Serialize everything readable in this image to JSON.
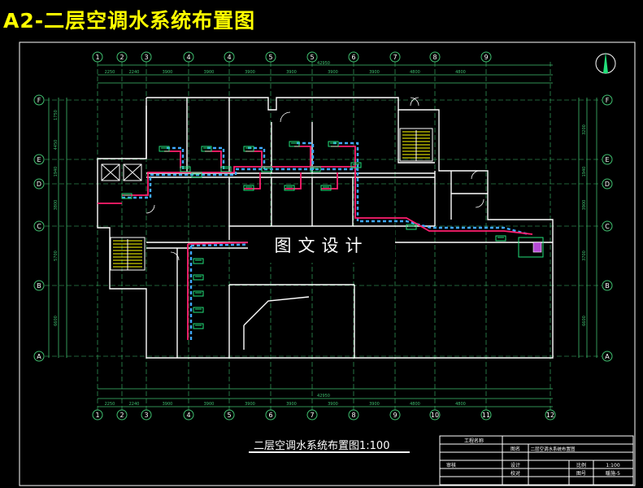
{
  "title": "A2-二层空调水系统布置图",
  "caption": "二层空调水系统布置图1:100",
  "watermark": "图文设计",
  "axes": {
    "top": [
      "1",
      "2",
      "3",
      "4",
      "4",
      "5",
      "5",
      "6",
      "7",
      "8",
      "9"
    ],
    "bottom": [
      "1",
      "2",
      "3",
      "4",
      "5",
      "6",
      "7",
      "8",
      "9",
      "10",
      "11",
      "12"
    ],
    "left": [
      "F",
      "E",
      "D",
      "C",
      "B",
      "A"
    ],
    "right": [
      "F",
      "E",
      "D",
      "C",
      "B",
      "A"
    ]
  },
  "dimensions": {
    "top_total": "42950",
    "top_segments": [
      "2250",
      "2240",
      "3900",
      "3900",
      "3900",
      "3900",
      "3900",
      "3900",
      "4800",
      "4800"
    ],
    "bottom_total": "42950",
    "bottom_segments": [
      "2250",
      "2240",
      "3900",
      "3900",
      "3900",
      "3900",
      "3900",
      "3900",
      "4800",
      "4800"
    ],
    "left_segments": [
      "1750",
      "4450",
      "1940",
      "3800",
      "5700",
      "6600"
    ],
    "right_segments": [
      "3200",
      "1940",
      "3900",
      "3700",
      "6600"
    ]
  },
  "title_block": {
    "project_label": "工程名称",
    "drawing_name_label": "图名",
    "drawing_name": "二层空调水系统布置图",
    "rows": [
      "审核",
      "设计"
    ],
    "scale_label": "比例",
    "scale": "1:100",
    "drawing_no_label": "图号",
    "drawing_no": "暖施-5",
    "review_label": "校对"
  },
  "colors": {
    "background": "#000000",
    "title": "#ffff00",
    "walls": "#ffffff",
    "frame": "#ffffff",
    "grid_axes": "#3fbf6f",
    "supply_pipe": "#ff1e6e",
    "return_pipe": "#3da9ff",
    "equipment": "#22e07a",
    "stair": "#ffff00"
  }
}
